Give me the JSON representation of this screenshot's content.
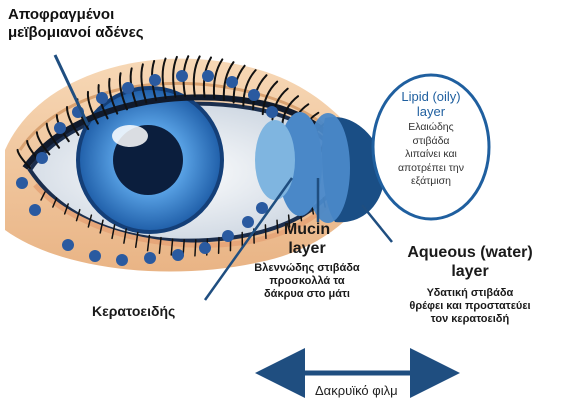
{
  "labels": {
    "glands": [
      "Αποφραγμένοι",
      "μεϊβομιανοί αδένες"
    ],
    "lipid_title": [
      "Lipid (oily)",
      "layer"
    ],
    "lipid_desc": [
      "Ελαιώδης",
      "στιβάδα",
      "λιπαίνει και",
      "αποτρέπει την",
      "εξάτμιση"
    ],
    "mucin_title": [
      "Mucin",
      "layer"
    ],
    "mucin_desc": [
      "Βλεννώδης στιβάδα",
      "προσκολλά τα",
      "δάκρυα στο μάτι"
    ],
    "aqueous_title": [
      "Aqueous (water)",
      "layer"
    ],
    "aqueous_desc": [
      "Υδατική στιβάδα",
      "θρέφει και προστατεύει",
      "τον κερατοειδή"
    ],
    "cornea": "Κερατοειδής",
    "tear_film": "Δακρυϊκό φιλμ"
  },
  "colors": {
    "iris": "#3a7cc4",
    "pupil": "#0b1e3d",
    "sclera": "#e8ecf2",
    "skin": "#f3c99f",
    "gland_dot": "#2a5aa0",
    "mucin_layer": "#7fb5e0",
    "aqueous_layer": "#4a88c8",
    "lipid_layer_dark": "#1a4e85",
    "lipid_bubble_border": "#1f5f9f",
    "arrow": "#1f4e80"
  }
}
